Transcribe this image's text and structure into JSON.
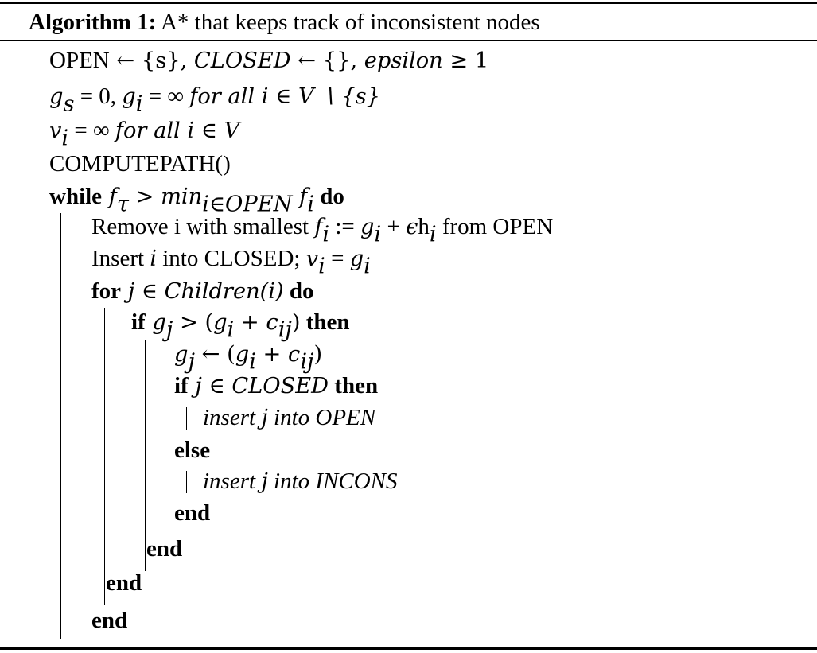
{
  "algorithm": {
    "label": "Algorithm 1:",
    "title": "A* that keeps track of inconsistent nodes"
  },
  "lines": {
    "l1": {
      "open": "OPEN",
      "arrow1": " ← ",
      "set_s": "{s}, ",
      "closed": "CLOSED",
      "arrow2": " ← ",
      "empty": "{}, ",
      "epsilon": "epsilon",
      "geq": " ≥ 1"
    },
    "l2": {
      "g": "g",
      "s": "s",
      "eq0": " = 0, ",
      "g2": "g",
      "i": "i",
      "eqinf": " = ∞ ",
      "forall": " for  all  i ∈ V ∖ {s}"
    },
    "l3": {
      "v": "v",
      "i": "i",
      "eqinf": " = ∞ ",
      "forall": " for  all  i ∈ V"
    },
    "l4": {
      "text": "COMPUTEPATH()"
    },
    "l5": {
      "while": "while",
      "f": " f",
      "tau": "τ",
      "gt": " > ",
      "min": "min",
      "sub": "i∈OPEN",
      "fi": " f",
      "i": "i",
      "do": " do"
    },
    "l6": {
      "pre": "Remove i with smallest ",
      "f": "f",
      "i1": "i",
      "assign": " := ",
      "g": "g",
      "i2": "i",
      "plus": " + ",
      "eps": "ϵ",
      "h": "h",
      "i3": "i",
      "post": " from OPEN"
    },
    "l7": {
      "pre": "Insert ",
      "i": "i",
      "mid": " into CLOSED; ",
      "v": "v",
      "vi": "i",
      "eq": " = ",
      "g": "g",
      "gi": "i"
    },
    "l8": {
      "for": "for",
      "j": " j ∈ ",
      "children": "Children(i)",
      "do": " do"
    },
    "l9": {
      "if": "if",
      "g": " g",
      "j": "j",
      "gt": " > (",
      "g2": "g",
      "i": "i",
      "plus": " + ",
      "c": "c",
      "ij": "ij",
      "close": ")",
      "then": " then"
    },
    "l10": {
      "g": "g",
      "j": "j",
      "arrow": " ← (",
      "g2": "g",
      "i": "i",
      "plus": " + ",
      "c": "c",
      "ij": "ij",
      "close": ")"
    },
    "l11": {
      "if": "if",
      "j": " j ∈ ",
      "closed": "CLOSED",
      "then": " then"
    },
    "l12": {
      "pre": "insert ",
      "j": "j",
      "post": " into OPEN"
    },
    "l13": {
      "text": "else"
    },
    "l14": {
      "pre": "insert ",
      "j": "j",
      "post": " into INCONS"
    },
    "l15": {
      "text": "end"
    },
    "l16": {
      "text": "end"
    },
    "l17": {
      "text": "end"
    },
    "l18": {
      "text": "end"
    }
  }
}
